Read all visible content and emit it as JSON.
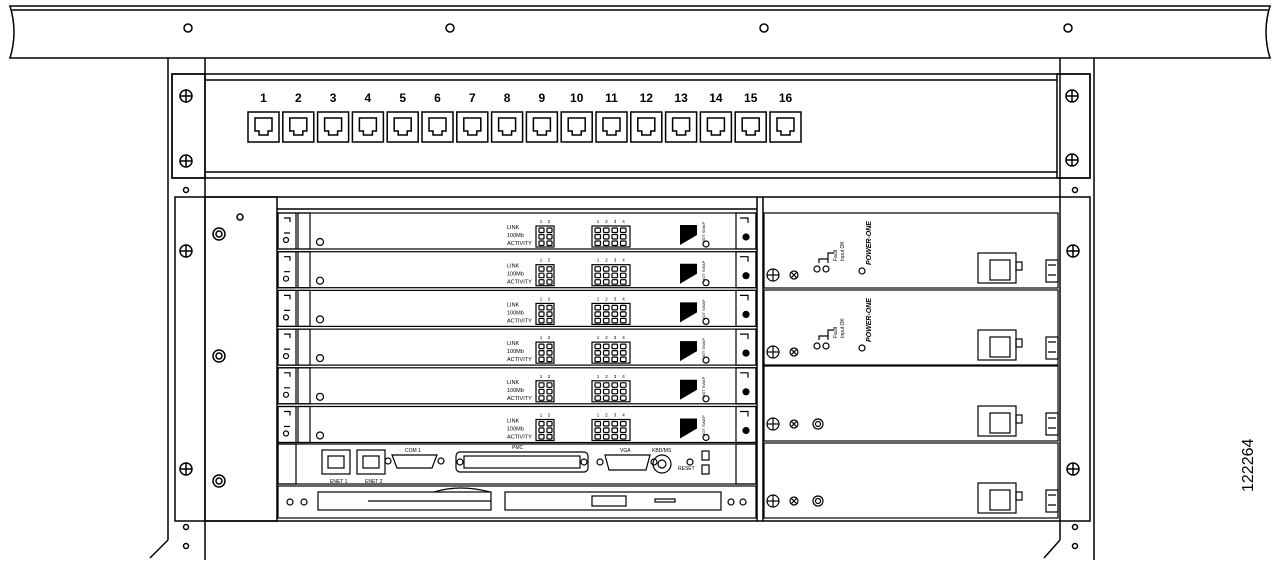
{
  "figure_id": "122264",
  "patch_panel": {
    "port_labels": [
      "1",
      "2",
      "3",
      "4",
      "5",
      "6",
      "7",
      "8",
      "9",
      "10",
      "11",
      "12",
      "13",
      "14",
      "15",
      "16"
    ]
  },
  "line_cards": {
    "count": 6,
    "led_labels": [
      "LINK",
      "100Mb",
      "ACTIVITY"
    ],
    "small_block_numbers": [
      "1",
      "2"
    ],
    "big_block_numbers": [
      "1",
      "2",
      "3",
      "4"
    ],
    "model_text": "HOT SWAP"
  },
  "cpu_card": {
    "port_labels": [
      "ENET 1",
      "ENET 2",
      "COM 1",
      "PMC",
      "VGA",
      "KBD/MS",
      "RESET"
    ]
  },
  "power_supplies": {
    "brand": "POWER-ONE",
    "led_labels": [
      "Fault",
      "Input OK"
    ]
  }
}
